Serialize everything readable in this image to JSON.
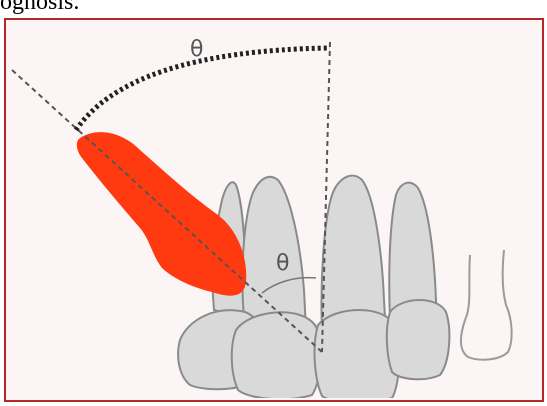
{
  "caption": {
    "fragment": "ognosis."
  },
  "labels": {
    "outer_angle": "θ",
    "inner_angle": "θ"
  },
  "colors": {
    "frame_border": "#b5282a",
    "background": "#fbf6f5",
    "tooth_fill": "#d9d9d9",
    "tooth_stroke": "#8a8a8a",
    "impacted_tooth_fill": "#ff3a10",
    "axis_line": "#555555",
    "arc_line": "#222222"
  }
}
